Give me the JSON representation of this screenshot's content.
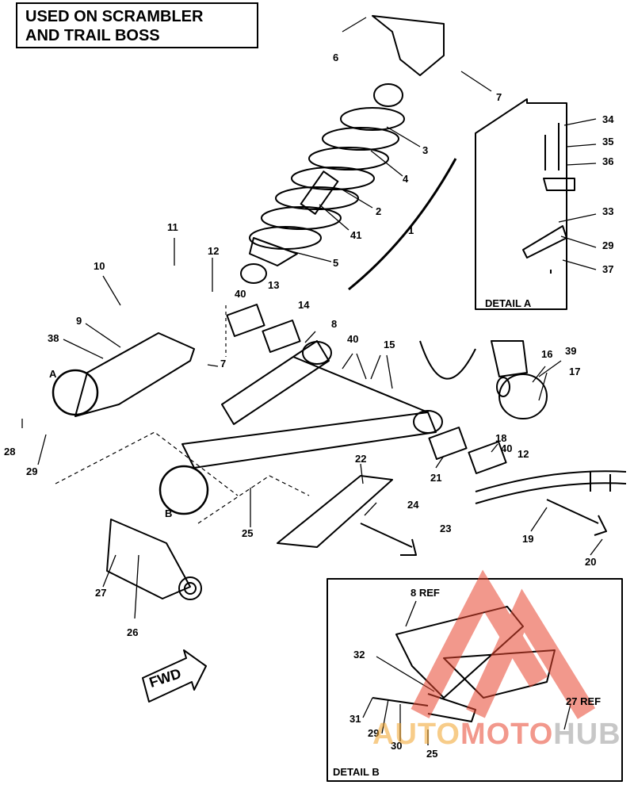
{
  "title": {
    "line1": "USED ON SCRAMBLER",
    "line2": "AND TRAIL BOSS"
  },
  "details": {
    "a_label": "DETAIL A",
    "b_label": "DETAIL B",
    "a_marker": "A",
    "b_marker": "B"
  },
  "fwd_label": "FWD",
  "watermark": {
    "part1": "AUTO",
    "part2": "MOTO",
    "part3": "HUB"
  },
  "callouts": {
    "c1": "1",
    "c2": "2",
    "c3": "3",
    "c4": "4",
    "c5": "5",
    "c6": "6",
    "c7a": "7",
    "c7b": "7",
    "c8": "8",
    "c9": "9",
    "c10": "10",
    "c11": "11",
    "c12a": "12",
    "c12b": "12",
    "c13": "13",
    "c14": "14",
    "c15": "15",
    "c16": "16",
    "c17": "17",
    "c18": "18",
    "c19": "19",
    "c20": "20",
    "c21": "21",
    "c22": "22",
    "c23": "23",
    "c24": "24",
    "c25a": "25",
    "c25b": "25",
    "c26": "26",
    "c27": "27",
    "c27ref": "27 REF",
    "c28": "28",
    "c29a": "29",
    "c29b": "29",
    "c29c": "29",
    "c30": "30",
    "c31": "31",
    "c32": "32",
    "c33": "33",
    "c34": "34",
    "c35": "35",
    "c36": "36",
    "c37": "37",
    "c38": "38",
    "c39": "39",
    "c40a": "40",
    "c40b": "40",
    "c40c": "40",
    "c41": "41",
    "c8ref": "8 REF"
  },
  "colors": {
    "ink": "#000000",
    "paper": "#ffffff",
    "wm_red": "#e8452f",
    "wm_orange": "#f2a32a"
  }
}
